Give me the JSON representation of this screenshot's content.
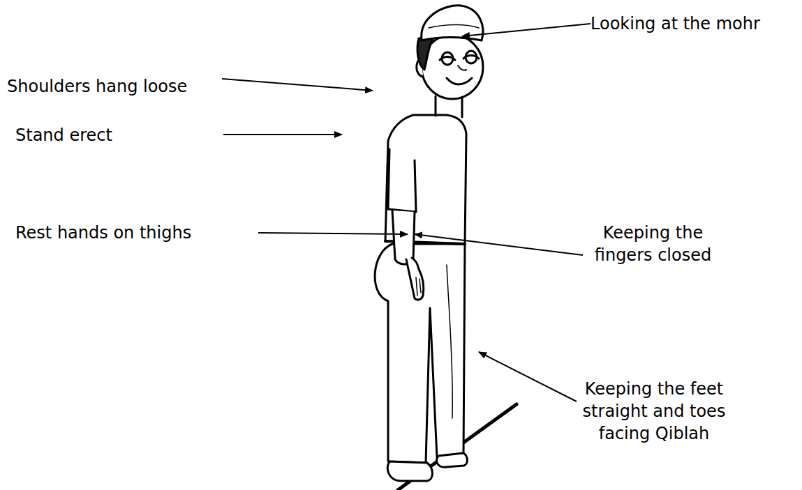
{
  "diagram": {
    "labels": [
      "Looking at the mohr",
      "Shoulders hang loose",
      "Stand erect",
      "Rest hands on thighs",
      "Keeping the fingers closed",
      "Keeping the feet straight and toes facing Qiblah"
    ]
  }
}
